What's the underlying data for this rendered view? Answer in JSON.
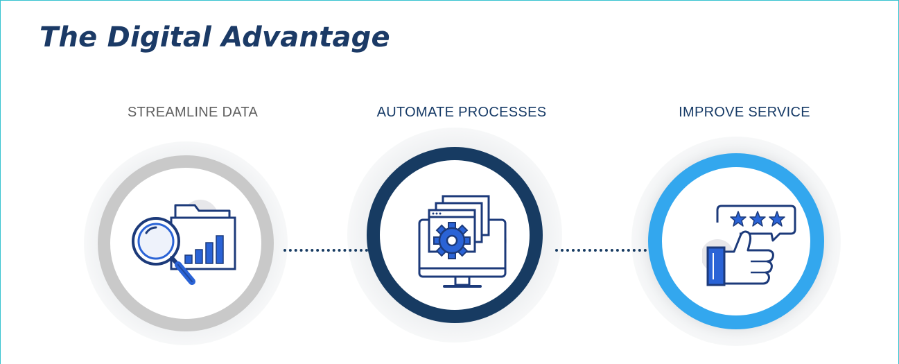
{
  "slide": {
    "title": "The Digital Advantage"
  },
  "steps": [
    {
      "label": "STREAMLINE DATA",
      "icon": "magnifier-bar-chart-icon",
      "ring_color": "#c9c9c9"
    },
    {
      "label": "AUTOMATE PROCESSES",
      "icon": "monitor-gear-icon",
      "ring_color": "#173b62"
    },
    {
      "label": "IMPROVE SERVICE",
      "icon": "thumbs-up-stars-icon",
      "ring_color": "#33a7ee"
    }
  ],
  "colors": {
    "title": "#1b3a66",
    "border": "#36c3cf",
    "icon_dark": "#1c3a7a",
    "icon_blue": "#2a63d6"
  }
}
